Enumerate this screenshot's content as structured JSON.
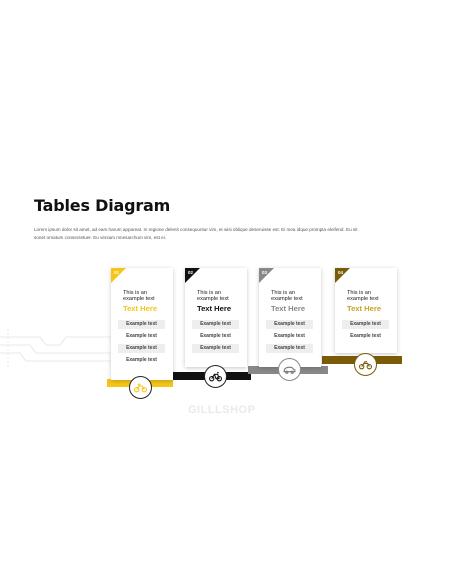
{
  "title": "Tables Diagram",
  "body_text": "Lorem ipsum dolor sit amet, ad eam harum appareat. In regione delenit consequuntur vim, et wisi oblique deseruisse est. Ei mea idque prompta eleifend. Eu sit sonet ornatum consectetuer. Eu veniam mnesarchum vim, est ei.",
  "cards": [
    {
      "number": "01",
      "desc_line1": "This is an",
      "desc_line2": "example text",
      "headline": "Text Here",
      "items": [
        "Example text",
        "Example text",
        "Example text",
        "Example text"
      ],
      "icon": "motorcycle-icon"
    },
    {
      "number": "02",
      "desc_line1": "This is an",
      "desc_line2": "example text",
      "headline": "Text Here",
      "items": [
        "Example text",
        "Example text",
        "Example text"
      ],
      "icon": "bicycle-icon"
    },
    {
      "number": "03",
      "desc_line1": "This is an",
      "desc_line2": "example text",
      "headline": "Text Here",
      "items": [
        "Example text",
        "Example text",
        "Example text"
      ],
      "icon": "car-icon"
    },
    {
      "number": "04",
      "desc_line1": "This is an",
      "desc_line2": "example text",
      "headline": "Text Here",
      "items": [
        "Example text",
        "Example text"
      ],
      "icon": "motorbike-icon"
    }
  ],
  "colors": {
    "card1": "#f5c518",
    "card2": "#111111",
    "card3": "#888888",
    "card4": "#7a5c08"
  },
  "watermark": "GILLLSHOP"
}
